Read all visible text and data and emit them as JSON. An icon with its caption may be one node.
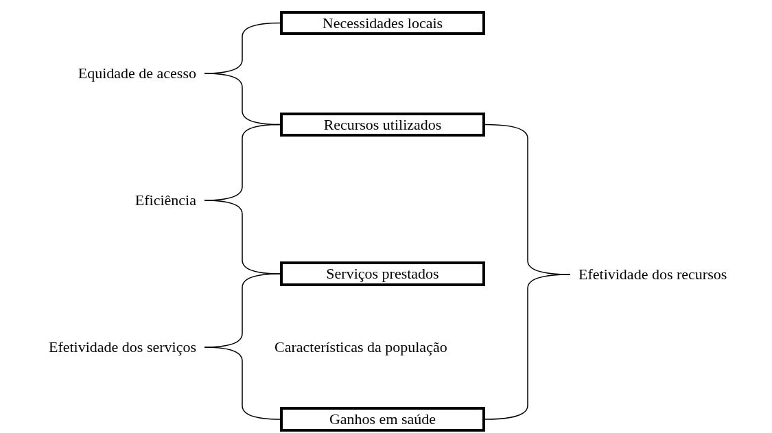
{
  "diagram": {
    "nodes": [
      {
        "text": [
          "Necessidades locais"
        ]
      },
      {
        "text": [
          "Recursos utilizados"
        ]
      },
      {
        "text": [
          "Serviços prestados"
        ]
      },
      {
        "text": [
          "Ganhos em saúde"
        ]
      },
      {
        "text": [
          "Equidade de acesso"
        ]
      },
      {
        "text": [
          "Eficiência"
        ]
      },
      {
        "text": [
          "Efetividade dos serviços"
        ]
      },
      {
        "text": [
          "Efetividade dos recursos"
        ]
      }
    ],
    "edges": [
      {
        "from": 4,
        "to": 0,
        "arrow": "none"
      },
      {
        "from": 4,
        "to": 1,
        "arrow": "none"
      },
      {
        "from": 5,
        "to": 1,
        "arrow": "none"
      },
      {
        "from": 5,
        "to": 2,
        "arrow": "none"
      },
      {
        "from": 6,
        "to": 2,
        "arrow": "none"
      },
      {
        "from": 6,
        "to": 3,
        "arrow": "none"
      },
      {
        "from": 7,
        "to": 1,
        "arrow": "none"
      },
      {
        "from": 7,
        "to": 3,
        "arrow": "none"
      }
    ],
    "labels": [
      "Características da população"
    ]
  }
}
